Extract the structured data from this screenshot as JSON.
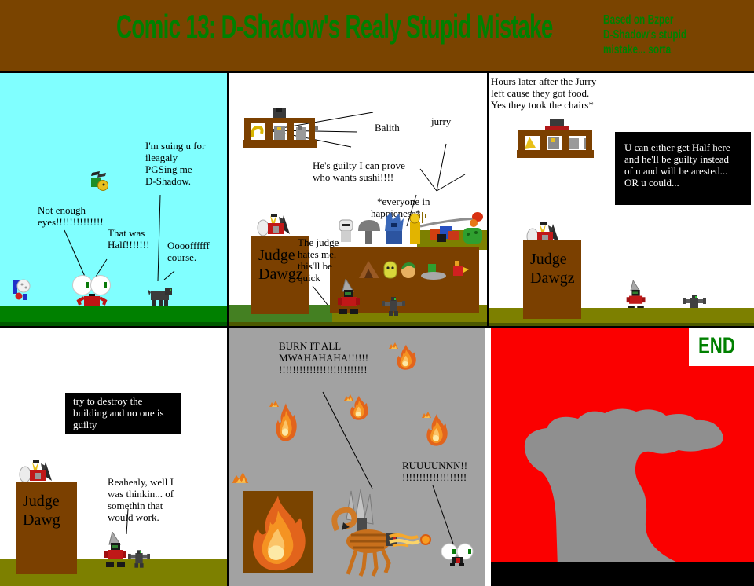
{
  "header": {
    "title": "Comic 13: D-Shadow's Realy Stupid Mistake",
    "subtitle": [
      "Based on Bzper",
      "D-Shadow's stupid",
      "mistake... sorta"
    ]
  },
  "panel1": {
    "suing": [
      "I'm suing u for",
      "ileagaly",
      "PGSing me",
      "D-Shadow."
    ],
    "not_enough": [
      "Not enough",
      "eyes!!!!!!!!!!!!!!"
    ],
    "that_was": [
      "That was",
      "Half!!!!!!!"
    ],
    "of_course": [
      "Ooooffffff",
      "course."
    ]
  },
  "panel2": {
    "balith": "Balith",
    "jurry": "jurry",
    "guilty": [
      "He's guilty I can prove",
      "who wants sushi!!!!"
    ],
    "everyone": [
      "*everyone in",
      "happieness*"
    ],
    "judge_name": "Judge Dawgz",
    "hates": [
      "The judge",
      "hates me.",
      "this'll be",
      "quick"
    ]
  },
  "panel3": {
    "caption": [
      "Hours later after the Jurry",
      "left cause they got food.",
      "Yes they took the chairs*"
    ],
    "speech_box": [
      "U can either get Half here",
      "and he'll be guilty  instead",
      "of u and will be arested...",
      "OR u could..."
    ],
    "judge_name": "Judge Dawgz"
  },
  "panel4": {
    "speech_box": [
      "try to destroy the",
      "building and no one is",
      "guilty"
    ],
    "judge_name": "Judge Dawg",
    "reply": [
      "Reahealy, well I",
      "was thinkin... of",
      "somethin that",
      "would work."
    ]
  },
  "panel5": {
    "burn": [
      "BURN IT ALL",
      "MWAHAHAHA!!!!!!",
      "!!!!!!!!!!!!!!!!!!!!!!!!!!"
    ],
    "run": [
      "RUUUUNNN!!",
      "!!!!!!!!!!!!!!!!!!!"
    ]
  },
  "panel6": {
    "end_label": "END"
  },
  "colors": {
    "header_bg": "#7a4400",
    "title_green": "#008000",
    "sky_cyan": "#80ffff",
    "ground_green": "#008000",
    "ground_olive": "#7d8000",
    "wood_brown": "#7b4000",
    "panel5_gray": "#a2a2a2",
    "explosion_red": "#fb0000",
    "cloud_gray": "#8f8f8f",
    "end_green": "#008000",
    "speech_box": "#000000"
  },
  "sprites": [
    "flying-character",
    "blue-imp-character",
    "half-character",
    "d-shadow-character",
    "jury-box",
    "judge-character",
    "courtroom-crowd",
    "table-characters",
    "red-robot-character",
    "gray-robot-character",
    "scorpion-character",
    "fleeing-half-character",
    "explosion-cloud",
    "flame",
    "spark"
  ]
}
